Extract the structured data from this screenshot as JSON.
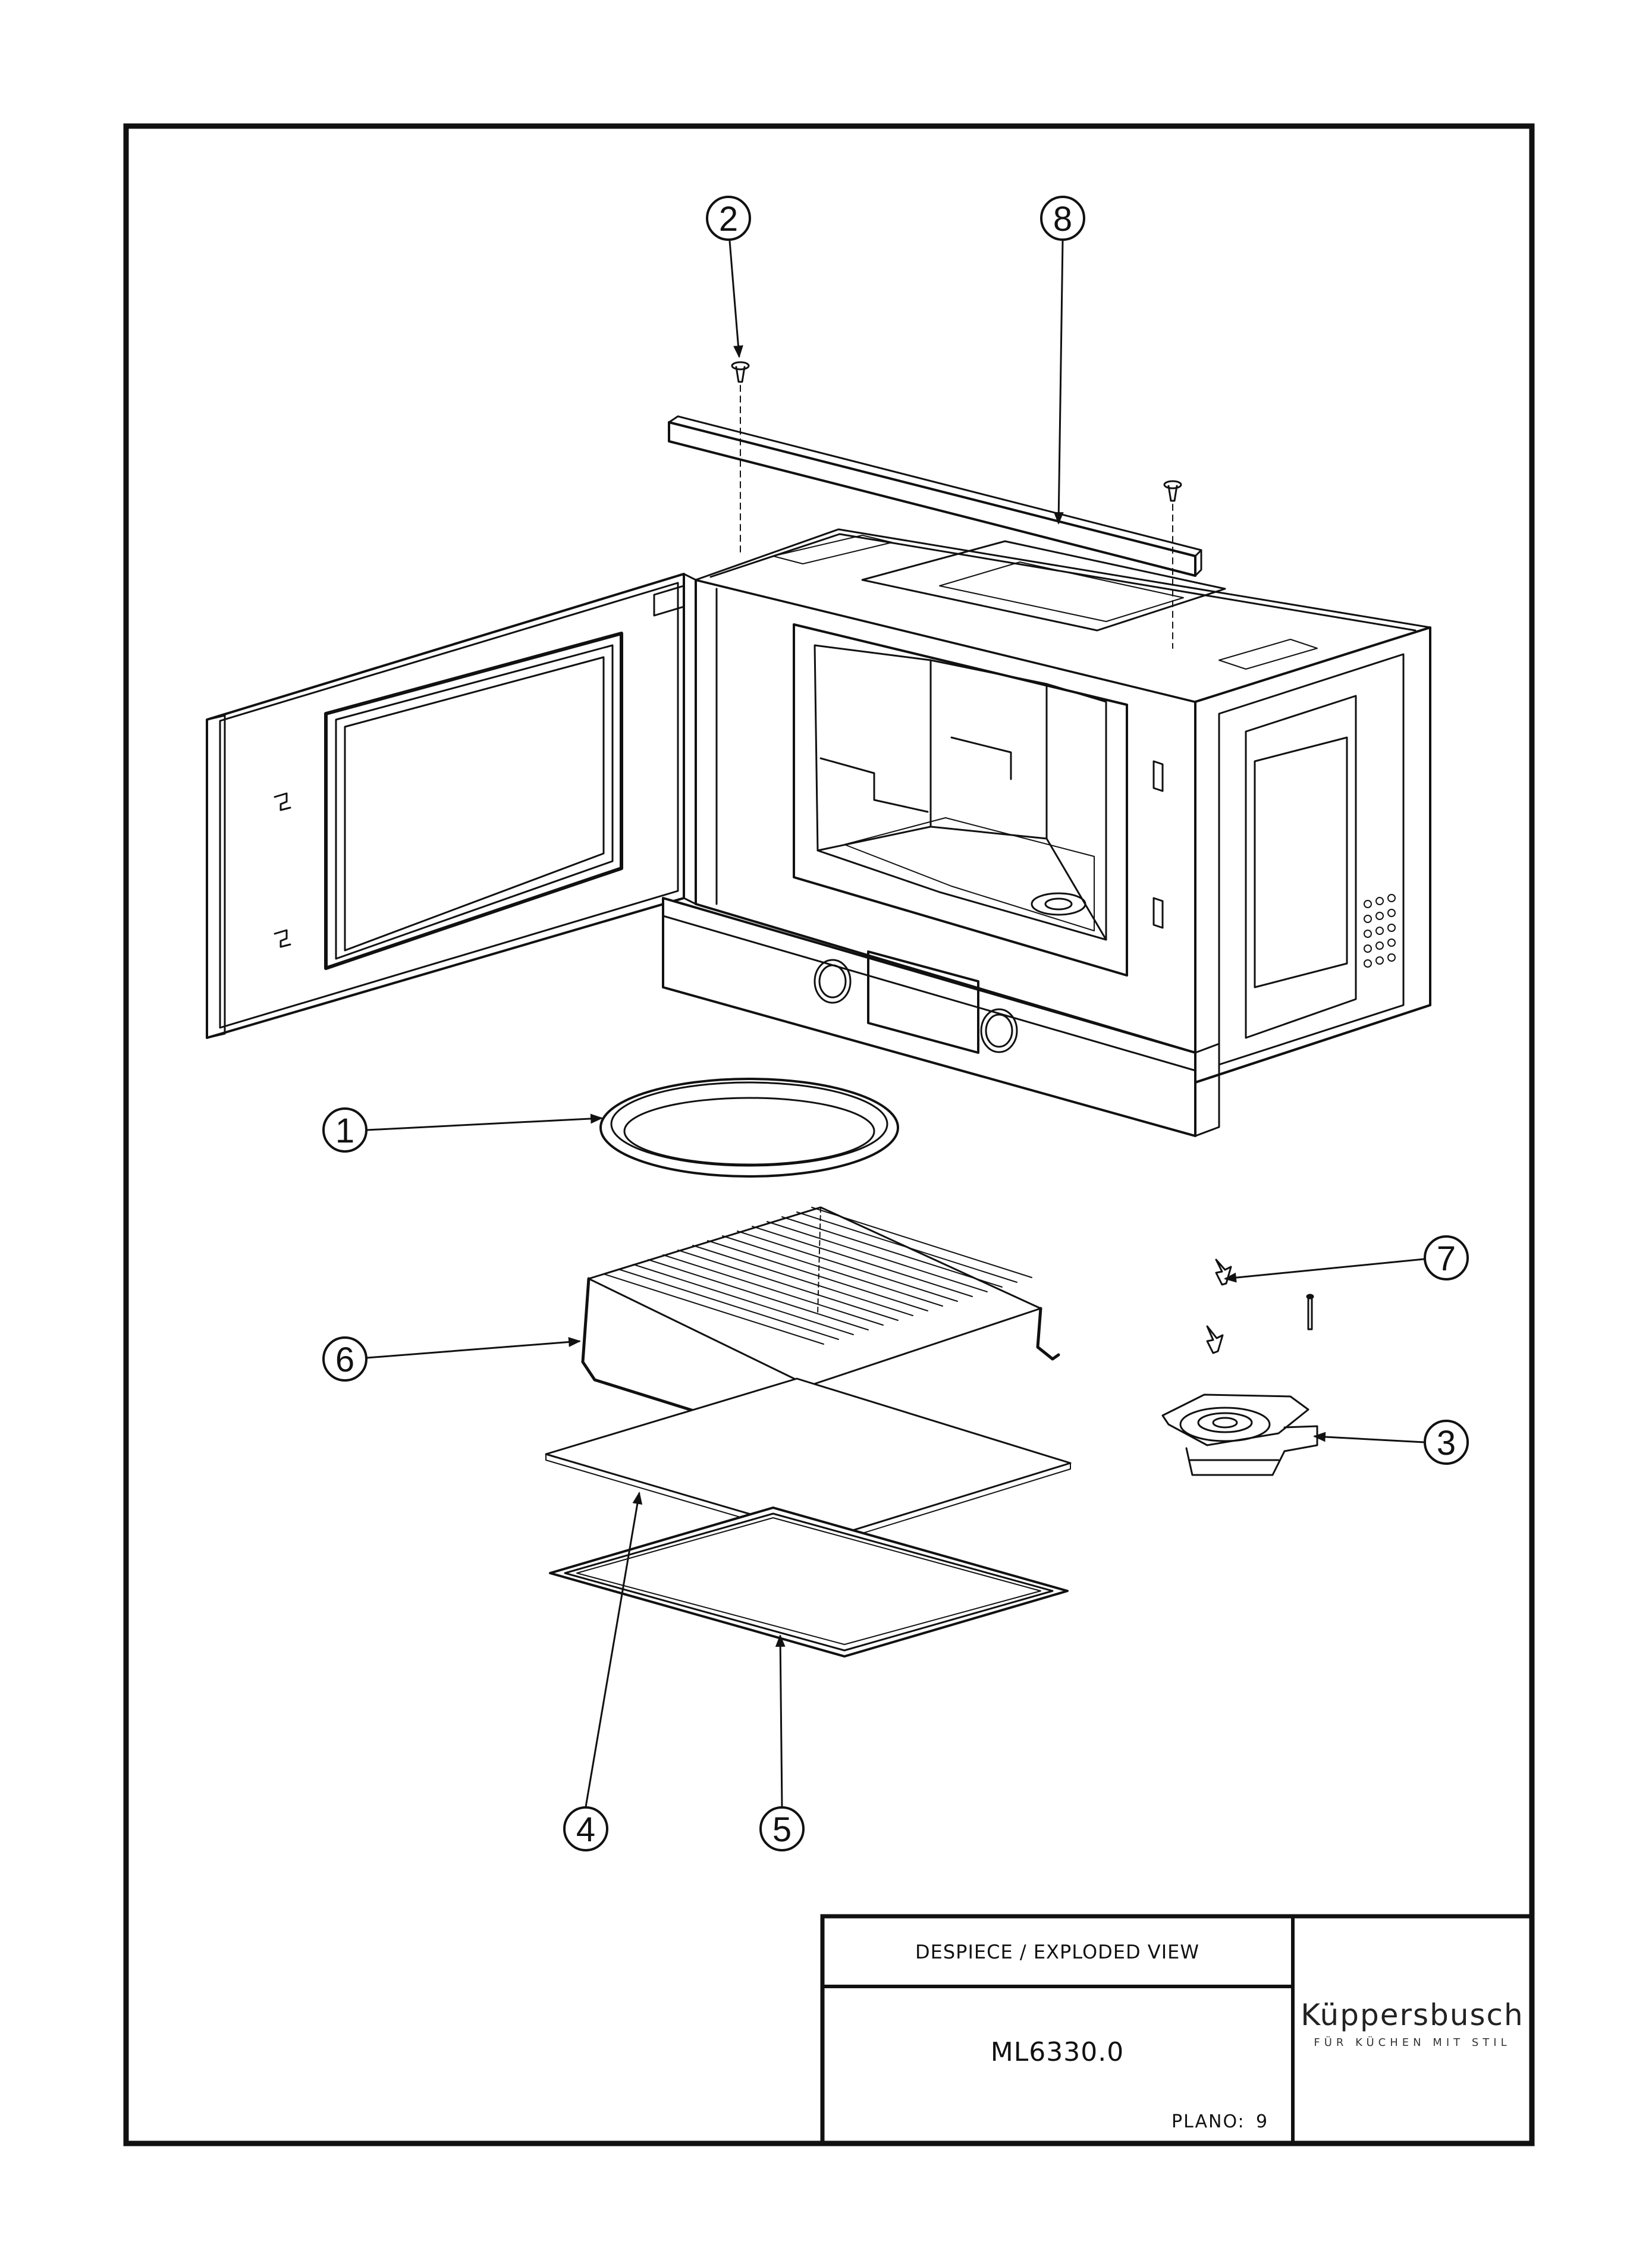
{
  "callouts": [
    "1",
    "2",
    "3",
    "4",
    "5",
    "6",
    "7",
    "8"
  ],
  "title_block": {
    "title": "DESPIECE / EXPLODED VIEW",
    "model": "ML6330.0",
    "plano_label": "PLANO:",
    "plano_value": "9"
  },
  "logo": {
    "brand": "Küppersbusch",
    "slogan": "FÜR KÜCHEN MIT STIL"
  },
  "colors": {
    "line": "#111111",
    "background": "#ffffff"
  }
}
